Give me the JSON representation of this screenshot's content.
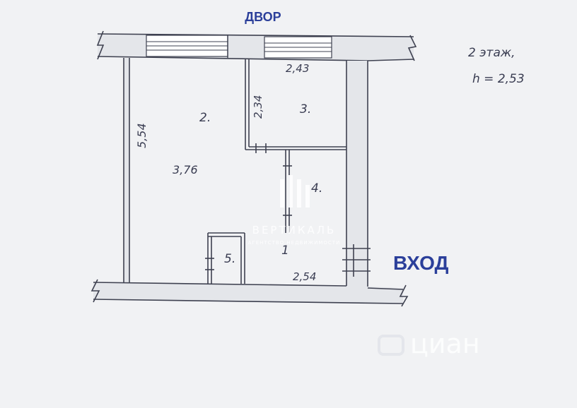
{
  "labels": {
    "top": "ДВОР",
    "entrance": "ВХОД",
    "floor": "2 этаж,",
    "height": "h = 2,53"
  },
  "rooms": {
    "r1": "1",
    "r2": "2.",
    "r3": "3.",
    "r4": "4.",
    "r5": "5."
  },
  "dimensions": {
    "d_554": "5,54",
    "d_376": "3,76",
    "d_243": "2,43",
    "d_234": "2,34",
    "d_254": "2,54"
  },
  "watermarks": {
    "agency_name": "ВЕРТИКАЛЬ",
    "agency_sub": "АГЕНТСТВО НЕДВИЖИМОСТИ",
    "cian": "циан"
  },
  "colors": {
    "ink": "#3e4150",
    "accent_blue": "#2b3f9a",
    "paper": "#f1f2f4"
  }
}
